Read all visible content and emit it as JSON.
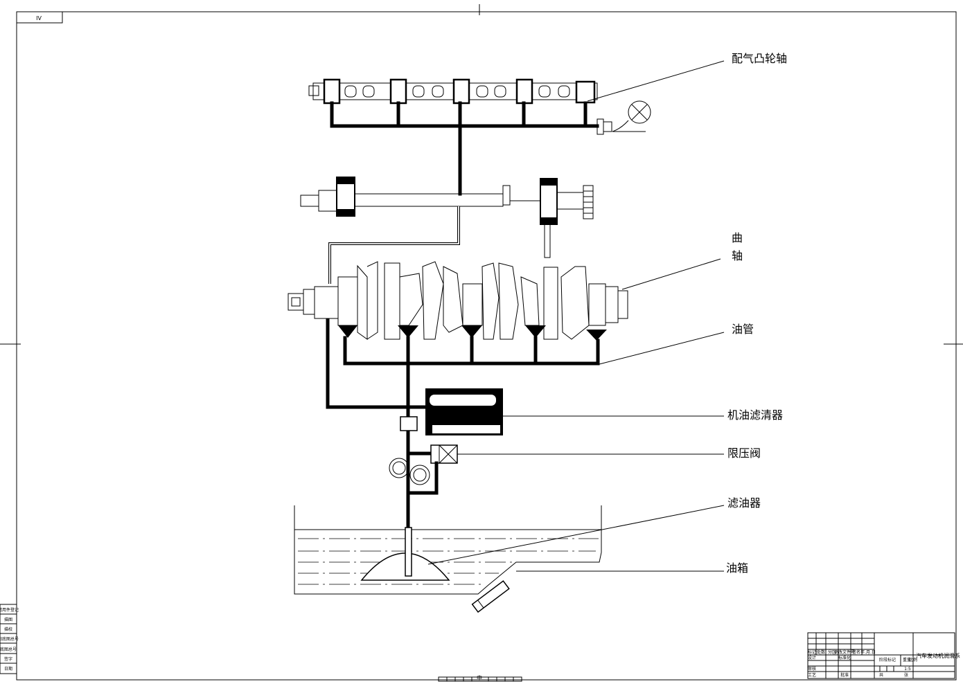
{
  "sheet": {
    "corner_tag": "IV",
    "bottom_mark": "中"
  },
  "labels": {
    "camshaft": "配气凸轮轴",
    "crankshaft_line1": "曲",
    "crankshaft_line2": "轴",
    "oil_pipe": "油管",
    "oil_filter": "机油滤清器",
    "pressure_valve": "限压阀",
    "strainer": "滤油器",
    "oil_tank": "油箱"
  },
  "title_block": {
    "drawing_title": "汽车发动机润滑系",
    "scale": "1:5",
    "row_labels": [
      "标记",
      "处数",
      "分区",
      "更改文件号",
      "签名",
      "年.月.日"
    ],
    "design": "设计",
    "standard": "标准化",
    "stage_mark": "阶段标记",
    "weight": "重量",
    "ratio": "比例",
    "review": "审核",
    "process": "工艺",
    "approve": "批准",
    "sheets": "共",
    "sheet_no": "张"
  },
  "side_stamp": [
    "借用件登记",
    "描图",
    "描校",
    "旧底图总号",
    "底图总号",
    "签字",
    "日期"
  ],
  "colors": {
    "ink": "#000000",
    "paper": "#ffffff"
  }
}
